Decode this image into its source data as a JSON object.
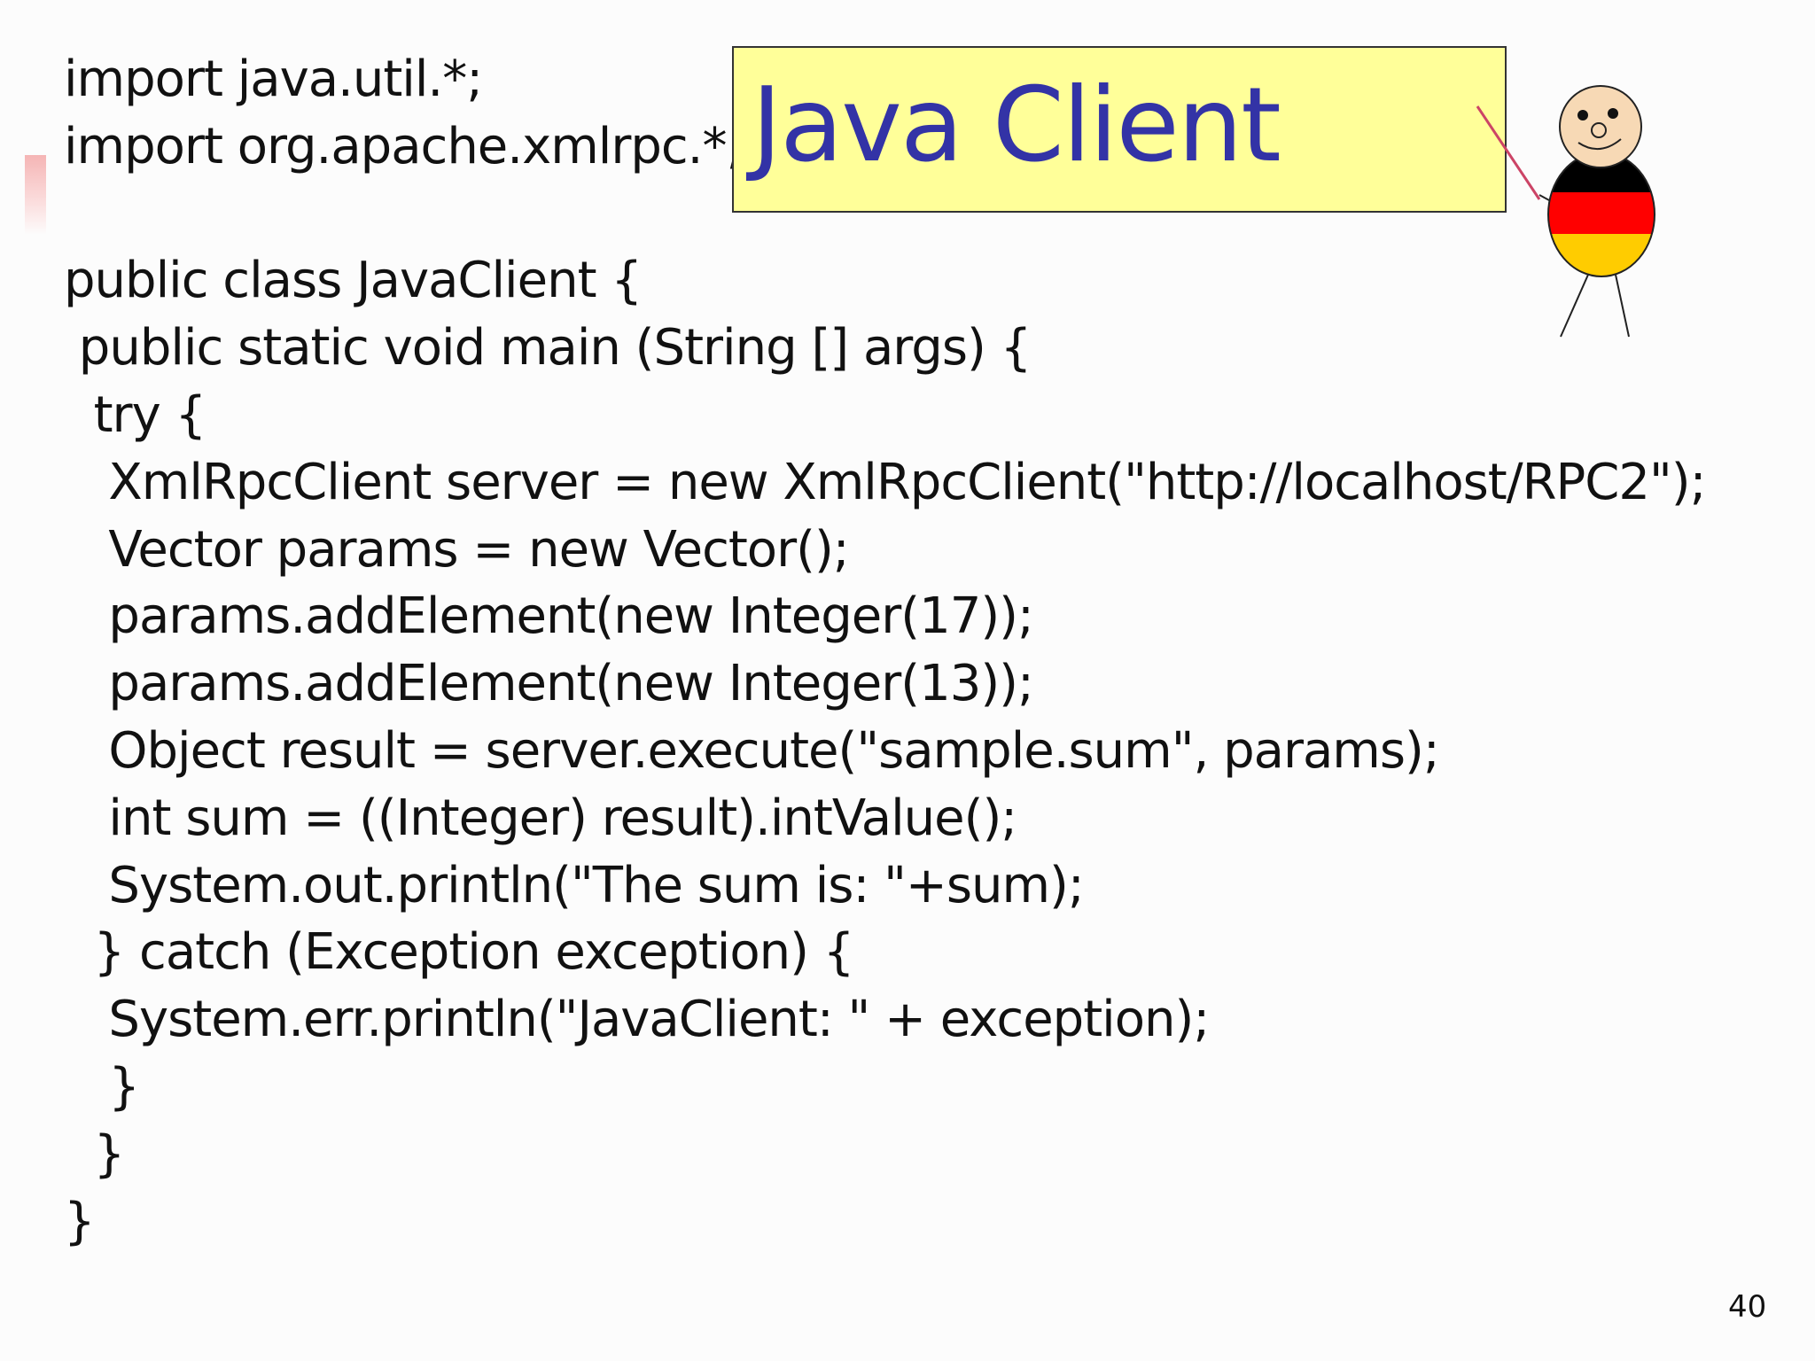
{
  "slide": {
    "title": "Java Client",
    "page_number": "40",
    "code_lines": [
      "import java.util.*;",
      "import org.apache.xmlrpc.*;",
      "",
      "public class JavaClient {",
      " public static void main (String [] args) {",
      "  try {",
      "   XmlRpcClient server = new XmlRpcClient(\"http://localhost/RPC2\");",
      "   Vector params = new Vector();",
      "   params.addElement(new Integer(17));",
      "   params.addElement(new Integer(13));",
      "   Object result = server.execute(\"sample.sum\", params);",
      "   int sum = ((Integer) result).intValue();",
      "   System.out.println(\"The sum is: \"+sum);",
      "  } catch (Exception exception) {",
      "   System.err.println(\"JavaClient: \" + exception);",
      "   }",
      "  }",
      "}"
    ]
  },
  "colors": {
    "title_text": "#3333a6",
    "title_box_fill": "#ffff99",
    "accent_bar": "#f5b5b5",
    "flag_black": "#000000",
    "flag_red": "#ff0000",
    "flag_gold": "#ffcc00",
    "face": "#f7d9b5"
  },
  "icons": {
    "mascot": "stick-figure-germany-flag-presenter"
  }
}
